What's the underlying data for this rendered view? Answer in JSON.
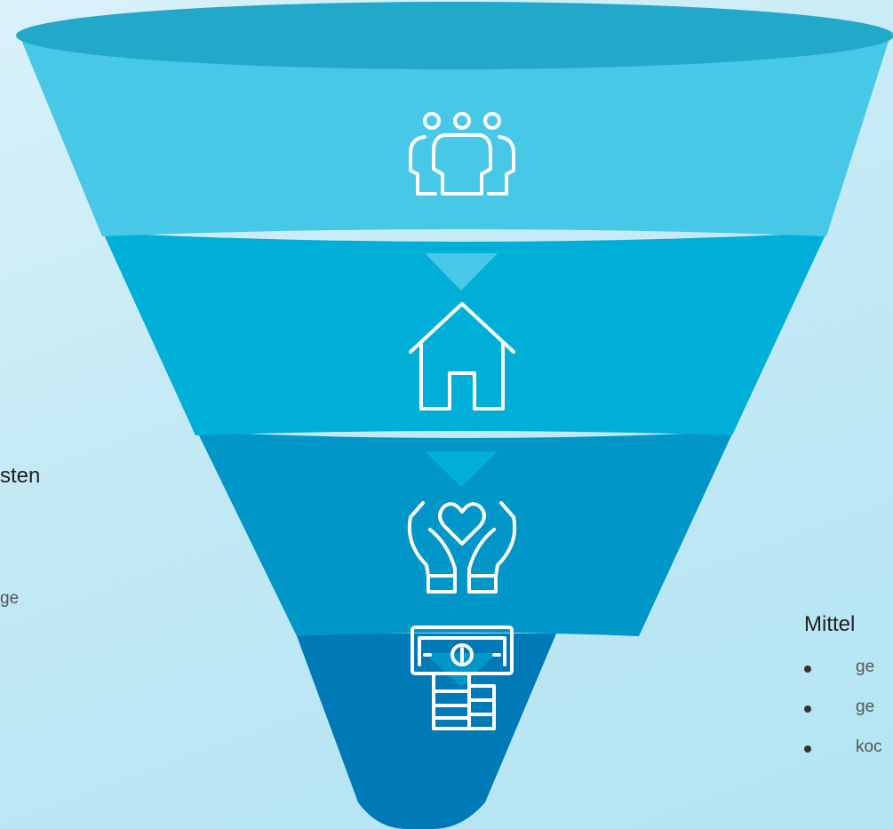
{
  "colors": {
    "rim": "#22a9c9",
    "stage1": "#47c8e6",
    "stage2": "#00afd7",
    "stage3": "#0096c8",
    "stage4": "#0079b7",
    "icon_stroke": "#ffffff"
  },
  "funnel": {
    "stages": [
      {
        "icon": "people-group-icon"
      },
      {
        "icon": "house-icon"
      },
      {
        "icon": "heart-hands-icon"
      },
      {
        "icon": "money-coins-icon"
      }
    ]
  },
  "left_text": {
    "title_fragment": "sten",
    "sub_fragment": "ge"
  },
  "right_text": {
    "title_fragment": "Mittel",
    "bullets": [
      "ge",
      "ge",
      "koc"
    ]
  }
}
